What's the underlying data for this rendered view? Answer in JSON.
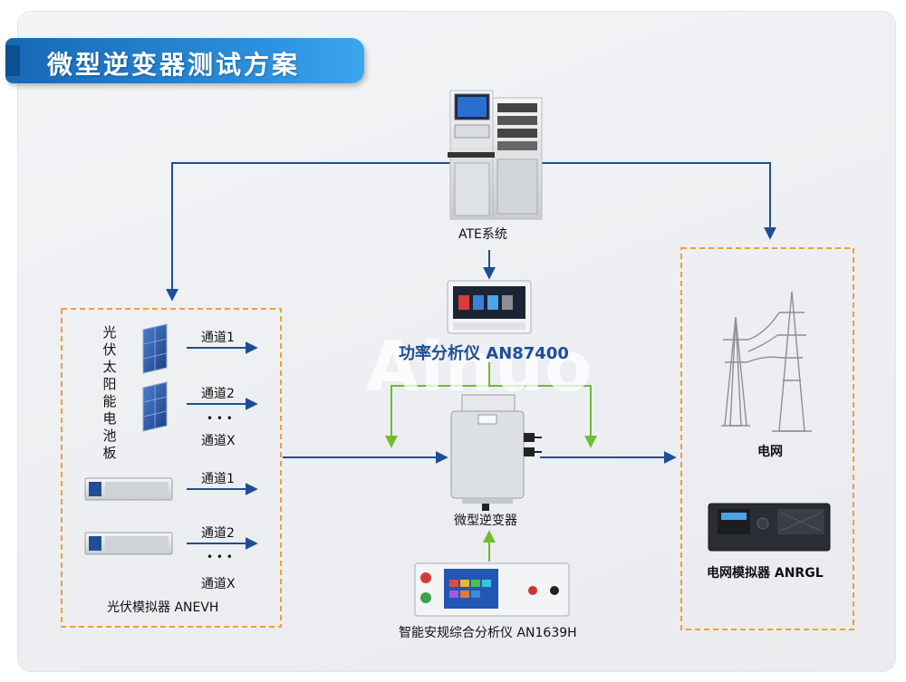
{
  "title": "微型逆变器测试方案",
  "watermark": "Ainuo",
  "ate": {
    "label": "ATE系统"
  },
  "power_analyzer": {
    "label": "功率分析仪 AN87400"
  },
  "inverter": {
    "label": "微型逆变器"
  },
  "safety_analyzer": {
    "label": "智能安规综合分析仪 AN1639H"
  },
  "grid": {
    "label": "电网"
  },
  "grid_simulator": {
    "label": "电网模拟器 ANRGL"
  },
  "pv_panel": {
    "label": "光伏太阳能电池板",
    "channels": [
      "通道1",
      "通道2",
      "通道X"
    ],
    "ellipsis": "• • •"
  },
  "pv_simulator": {
    "label": "光伏模拟器 ANEVH",
    "channels": [
      "通道1",
      "通道2",
      "通道X"
    ],
    "ellipsis": "• • •"
  },
  "colors": {
    "arrow_blue": "#1f4e96",
    "arrow_green": "#6fbd2c",
    "dashed_border": "#f0a030",
    "title_blue": "#1f6fbf"
  },
  "icons": [
    "ate-cabinet-icon",
    "power-analyzer-icon",
    "micro-inverter-icon",
    "safety-analyzer-icon",
    "solar-panel-icon",
    "pv-simulator-icon",
    "power-tower-icon",
    "grid-simulator-icon"
  ]
}
